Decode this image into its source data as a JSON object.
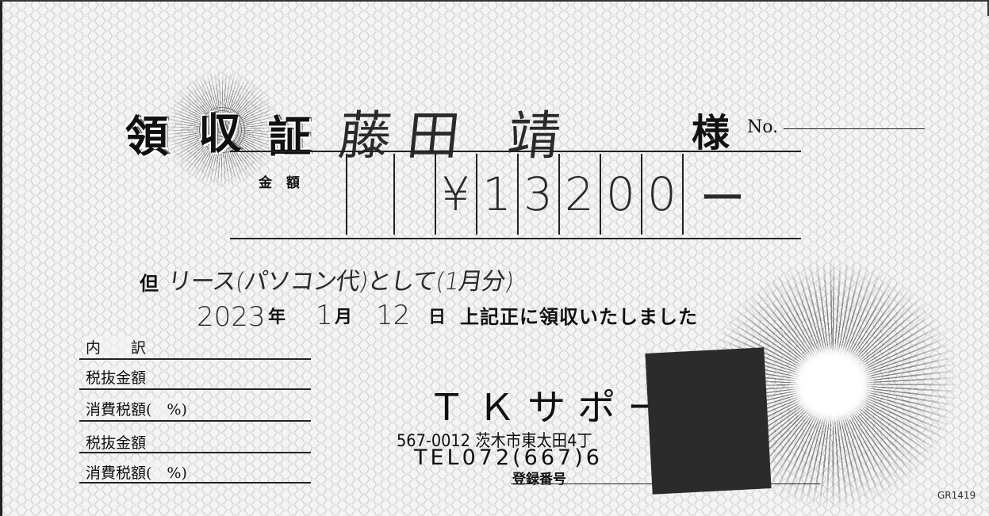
{
  "receipt": {
    "title_chars": [
      "領",
      "収",
      "証"
    ],
    "recipient": "藤田 靖",
    "honorific": "様",
    "no_label": "No.",
    "amount_label": "金 額",
    "amount_digits": [
      "",
      "",
      "¥",
      "1",
      "3",
      "2",
      "0",
      "0",
      "ー"
    ],
    "tadashi_label": "但",
    "purpose": "リース(パソコン代)として(1月分)",
    "date": {
      "year": "2023",
      "year_unit": "年",
      "month": "1",
      "month_unit": "月",
      "day": "12",
      "day_unit": "日"
    },
    "received_statement": "上記正に領収いたしました",
    "breakdown": {
      "header": "内　　訳",
      "rows": [
        "税抜金額",
        "消費税額(　%)",
        "税抜金額",
        "消費税額(　%)"
      ]
    },
    "issuer": {
      "name": "ＴＫサポート",
      "address": "567-0012 茨木市東太田4丁",
      "tel": "TEL072(667)6",
      "registration_label": "登録番号"
    },
    "form_code": "GR1419"
  }
}
